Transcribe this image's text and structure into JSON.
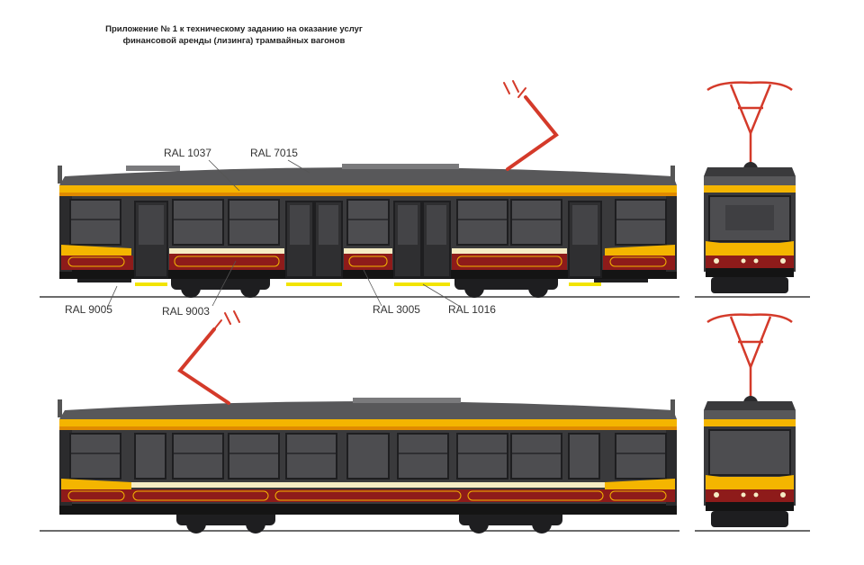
{
  "title": {
    "line1": "Приложение № 1 к техническому заданию на оказание услуг",
    "line2": "финансовой аренды (лизинга) трамвайных вагонов"
  },
  "labels": {
    "ral1037": "RAL 1037",
    "ral7015": "RAL 7015",
    "ral9005": "RAL 9005",
    "ral9003": "RAL 9003",
    "ral3005": "RAL 3005",
    "ral1016": "RAL 1016"
  },
  "colors": {
    "roof": "#58585a",
    "body_dark": "#3a3a3c",
    "window": "#4d4d50",
    "window_frame": "#1e1e20",
    "yellow": "#f4b500",
    "orange": "#e08a00",
    "cream": "#f5ecc4",
    "red": "#8e1b1a",
    "red_dark": "#5e1212",
    "black": "#141414",
    "pantograph": "#d43a2a",
    "light_yellow": "#f2e400"
  }
}
